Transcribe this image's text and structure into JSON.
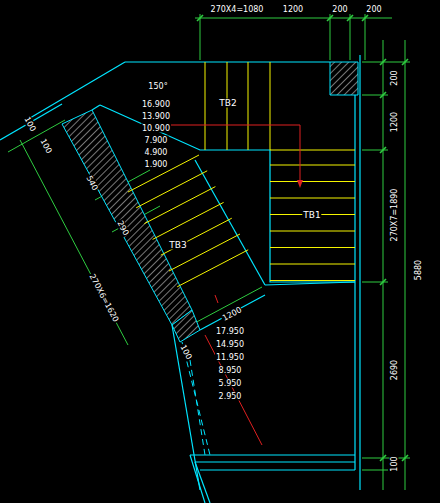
{
  "diagram": {
    "labels": [
      "270X4=1080",
      "1200",
      "200",
      "200",
      "200",
      "1200",
      "270X7=1890",
      "5880",
      "2690",
      "100",
      "150°",
      "100",
      "100",
      "540",
      "290",
      "270X6=1620",
      "16.900",
      "13.900",
      "10.900",
      "7.900",
      "4.900",
      "1.900",
      "TB2",
      "TB1",
      "TB3",
      "1200",
      "100",
      "17.950",
      "14.950",
      "11.950",
      "8.950",
      "5.950",
      "2.950"
    ]
  }
}
